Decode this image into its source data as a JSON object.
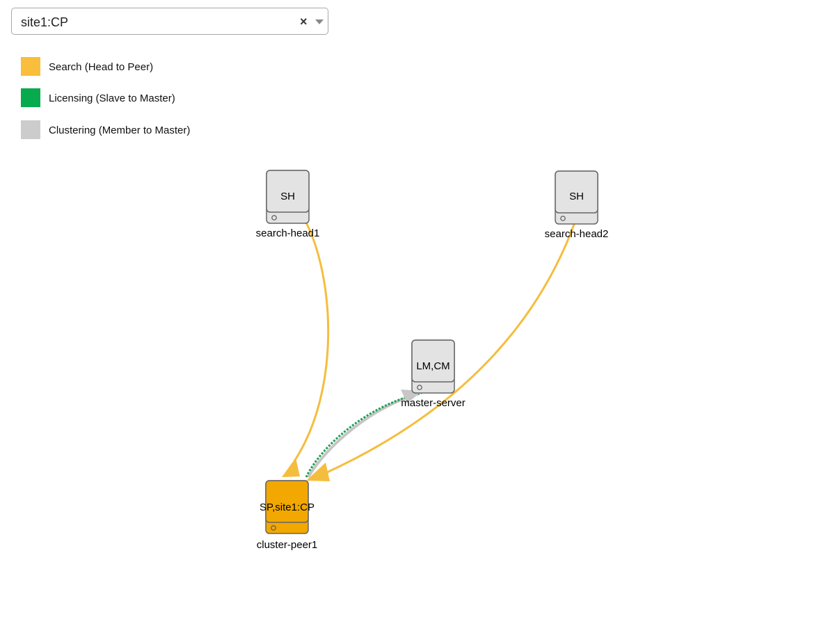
{
  "filter": {
    "selected_value": "site1:CP",
    "clear_glyph": "×",
    "caret_icon": "chevron-down-icon"
  },
  "legend": [
    {
      "label": "Search (Head to Peer)",
      "color": "#f9be3c"
    },
    {
      "label": "Licensing (Slave to Master)",
      "color": "#08aa4e"
    },
    {
      "label": "Clustering (Member to Master)",
      "color": "#cccccc"
    }
  ],
  "colors": {
    "search_link": "#f5bd3e",
    "licensing_link": "#1fa154",
    "clustering_link": "#c6c6c6",
    "node_fill": "#e3e3e3",
    "node_highlight_fill": "#f2a800",
    "node_stroke": "#666666"
  },
  "nodes": [
    {
      "id": "search-head1",
      "role": "SH",
      "name": "search-head1",
      "highlighted": false,
      "icon": "server-icon"
    },
    {
      "id": "search-head2",
      "role": "SH",
      "name": "search-head2",
      "highlighted": false,
      "icon": "server-icon"
    },
    {
      "id": "master-server",
      "role": "LM,CM",
      "name": "master-server",
      "highlighted": false,
      "icon": "server-icon"
    },
    {
      "id": "cluster-peer1",
      "role": "SP,site1:CP",
      "name": "cluster-peer1",
      "highlighted": true,
      "icon": "server-icon"
    }
  ],
  "links": [
    {
      "from": "search-head1",
      "to": "cluster-peer1",
      "type": "search"
    },
    {
      "from": "search-head2",
      "to": "cluster-peer1",
      "type": "search"
    },
    {
      "from": "cluster-peer1",
      "to": "master-server",
      "type": "licensing"
    },
    {
      "from": "cluster-peer1",
      "to": "master-server",
      "type": "clustering"
    }
  ]
}
